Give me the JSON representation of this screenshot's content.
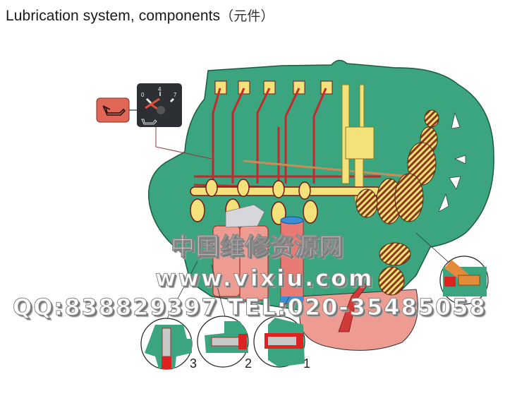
{
  "header": {
    "title": "Lubrication system, components",
    "title_cjk": "（元件）"
  },
  "gauge": {
    "label_min": "0",
    "label_mid": "4",
    "label_max": "7",
    "icon": "oil-can-icon"
  },
  "warning_lamp": {
    "icon": "oil-can-icon",
    "color": "#e06655"
  },
  "callouts": [
    {
      "number": "3"
    },
    {
      "number": "2"
    },
    {
      "number": "1"
    }
  ],
  "watermark": {
    "line1": "中国维修资源网",
    "line2": "www.vixiu.com",
    "line3": "QQ:838829397 TEL:020-35485058"
  },
  "colors": {
    "engine_green": "#3aa57e",
    "oil_red": "#c8282c",
    "part_yellow": "#f3e27a",
    "sump_pink": "#ee9c92",
    "filter_blue": "#3a8fd8"
  }
}
